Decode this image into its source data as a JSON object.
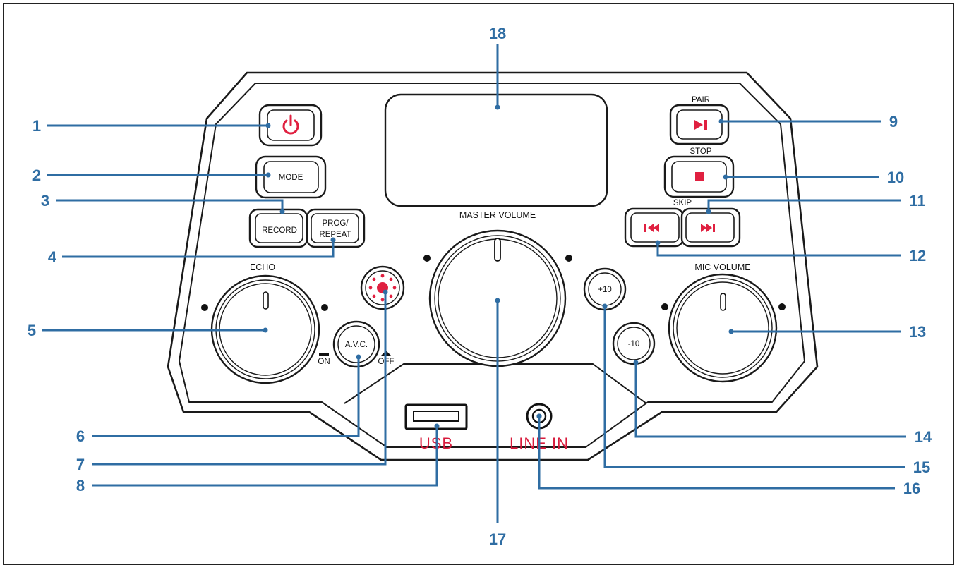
{
  "diagram": {
    "callouts": [
      "1",
      "2",
      "3",
      "4",
      "5",
      "6",
      "7",
      "8",
      "9",
      "10",
      "11",
      "12",
      "13",
      "14",
      "15",
      "16",
      "17",
      "18"
    ],
    "labels": {
      "pair": "PAIR",
      "stop": "STOP",
      "skip": "SKIP",
      "mode": "MODE",
      "record": "RECORD",
      "prog_line1": "PROG/",
      "prog_line2": "REPEAT",
      "master_volume": "MASTER VOLUME",
      "echo": "ECHO",
      "mic_volume": "MIC VOLUME",
      "avc": "A.V.C.",
      "avc_on": "ON",
      "avc_off": "OFF",
      "plus10": "+10",
      "minus10": "-10",
      "usb": "USB",
      "line_in": "LINE IN"
    },
    "colors": {
      "callout": "#2f6da3",
      "accent": "#e02040",
      "outline": "#1a1a1a"
    }
  }
}
